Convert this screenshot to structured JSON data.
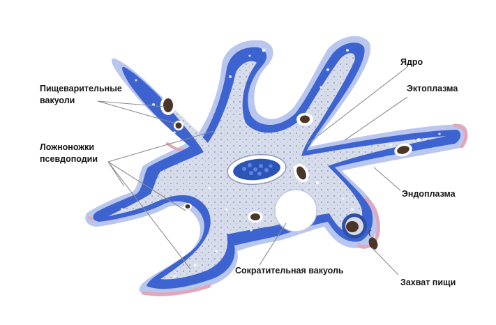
{
  "labels": {
    "digestive_vacuoles_line1": "Пищеварительные",
    "digestive_vacuoles_line2": "вакуоли",
    "pseudopodia_line1": "Ложноножки",
    "pseudopodia_line2": "псевдоподии",
    "nucleus": "Ядро",
    "ectoplasm": "Эктоплазма",
    "endoplasm": "Эндоплазма",
    "contractile_vacuole": "Сократительная вакуоль",
    "food_capture": "Захват пищи"
  },
  "colors": {
    "ectoplasm_outer": "#b9c6ee",
    "body_blue": "#3c63cf",
    "endoplasm": "#d7dcea",
    "pink_edge": "#e3a6b8",
    "nucleus": "#2d55b8",
    "vacuole": "#ffffff",
    "food": "#4b3526",
    "leader_line": "#8a8a8a"
  }
}
